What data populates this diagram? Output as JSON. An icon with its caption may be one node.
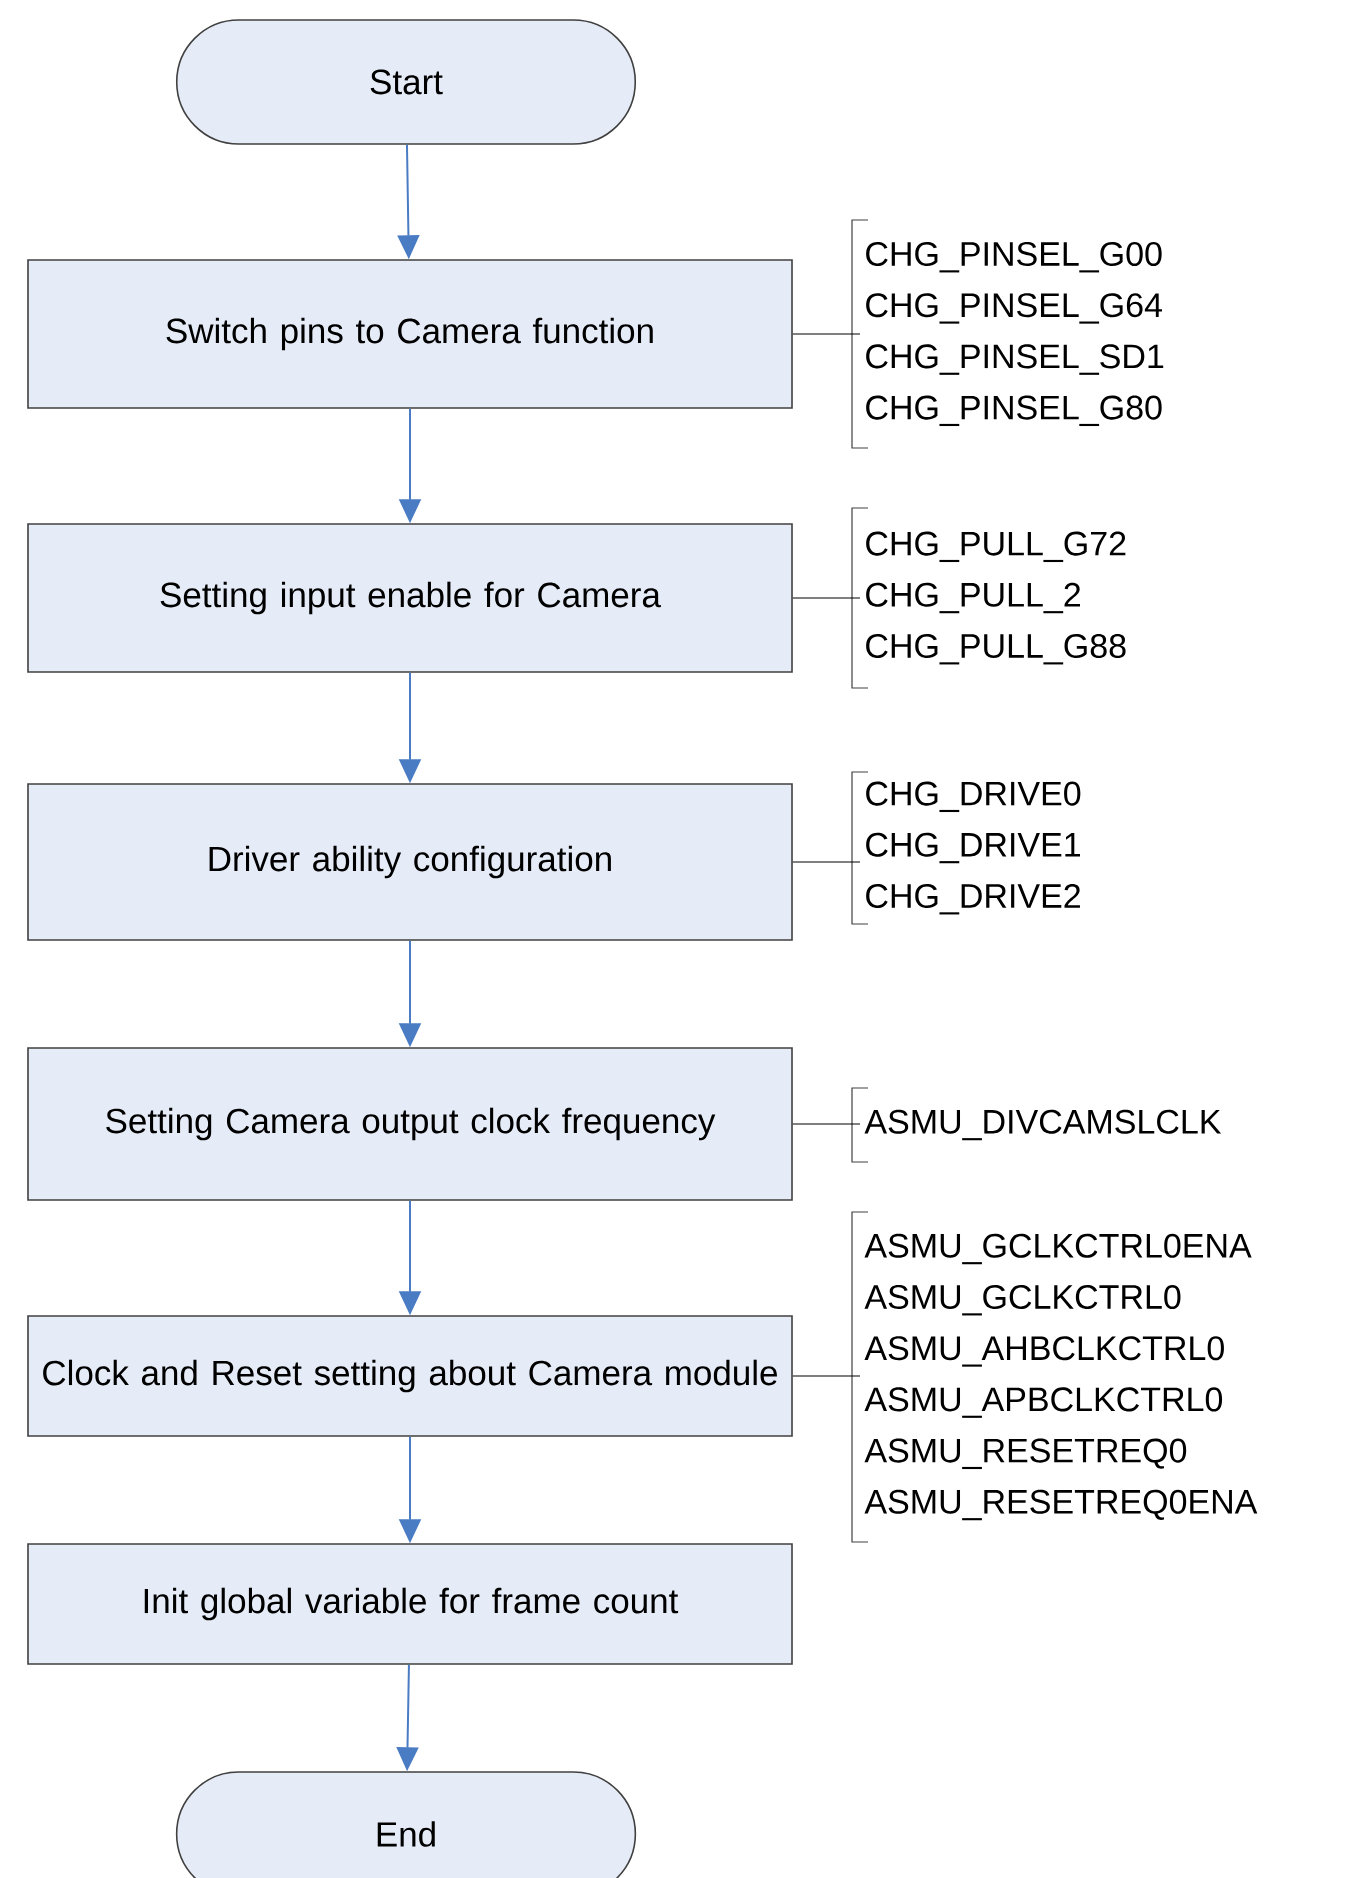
{
  "diagram": {
    "nodes": [
      {
        "text": [
          "Start"
        ]
      },
      {
        "text": [
          "Switch pins to Camera function"
        ]
      },
      {
        "text": [
          "Setting input enable for Camera"
        ]
      },
      {
        "text": [
          "Driver ability configuration"
        ]
      },
      {
        "text": [
          "Setting Camera output clock frequency"
        ]
      },
      {
        "text": [
          "Clock and Reset setting about Camera module"
        ]
      },
      {
        "text": [
          "Init global variable for frame count"
        ]
      },
      {
        "text": [
          "End"
        ]
      },
      {
        "text": [
          "CHG_PINSEL_G00",
          "CHG_PINSEL_G64",
          "CHG_PINSEL_SD1",
          "CHG_PINSEL_G80"
        ]
      },
      {
        "text": [
          "CHG_PULL_G72",
          "CHG_PULL_2",
          "CHG_PULL_G88"
        ]
      },
      {
        "text": [
          "CHG_DRIVE0",
          "CHG_DRIVE1",
          "CHG_DRIVE2"
        ]
      },
      {
        "text": [
          "ASMU_DIVCAMSLCLK"
        ]
      },
      {
        "text": [
          "ASMU_GCLKCTRL0ENA",
          "ASMU_GCLKCTRL0",
          "ASMU_AHBCLKCTRL0",
          "ASMU_APBCLKCTRL0",
          "ASMU_RESETREQ0",
          "ASMU_RESETREQ0ENA"
        ]
      }
    ],
    "edges": [
      {
        "from": 0,
        "to": 1,
        "arrow": "to"
      },
      {
        "from": 1,
        "to": 2,
        "arrow": "to"
      },
      {
        "from": 2,
        "to": 3,
        "arrow": "to"
      },
      {
        "from": 3,
        "to": 4,
        "arrow": "to"
      },
      {
        "from": 4,
        "to": 5,
        "arrow": "to"
      },
      {
        "from": 5,
        "to": 6,
        "arrow": "to"
      },
      {
        "from": 6,
        "to": 7,
        "arrow": "to"
      },
      {
        "from": 1,
        "to": 8,
        "arrow": "none",
        "color": "#000000"
      },
      {
        "from": 2,
        "to": 9,
        "arrow": "none",
        "color": "#000000"
      },
      {
        "from": 3,
        "to": 10,
        "arrow": "none",
        "color": "#000000"
      },
      {
        "from": 4,
        "to": 11,
        "arrow": "none",
        "color": "#000000"
      },
      {
        "from": 5,
        "to": 12,
        "arrow": "none",
        "color": "#000000"
      }
    ]
  }
}
